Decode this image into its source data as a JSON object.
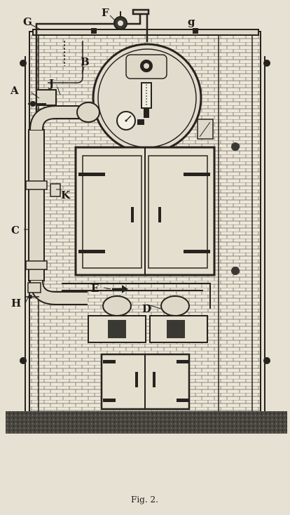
{
  "figure": {
    "caption": "Fig. 2.",
    "labels": {
      "a": "A",
      "b": "B",
      "c": "C",
      "d": "D",
      "e": "E",
      "f": "F",
      "g": "G",
      "h": "H",
      "j": "J",
      "k": "K"
    },
    "colors": {
      "paper": "#e6e1d2",
      "ink": "#26231f",
      "ground": "#3a3833"
    }
  }
}
